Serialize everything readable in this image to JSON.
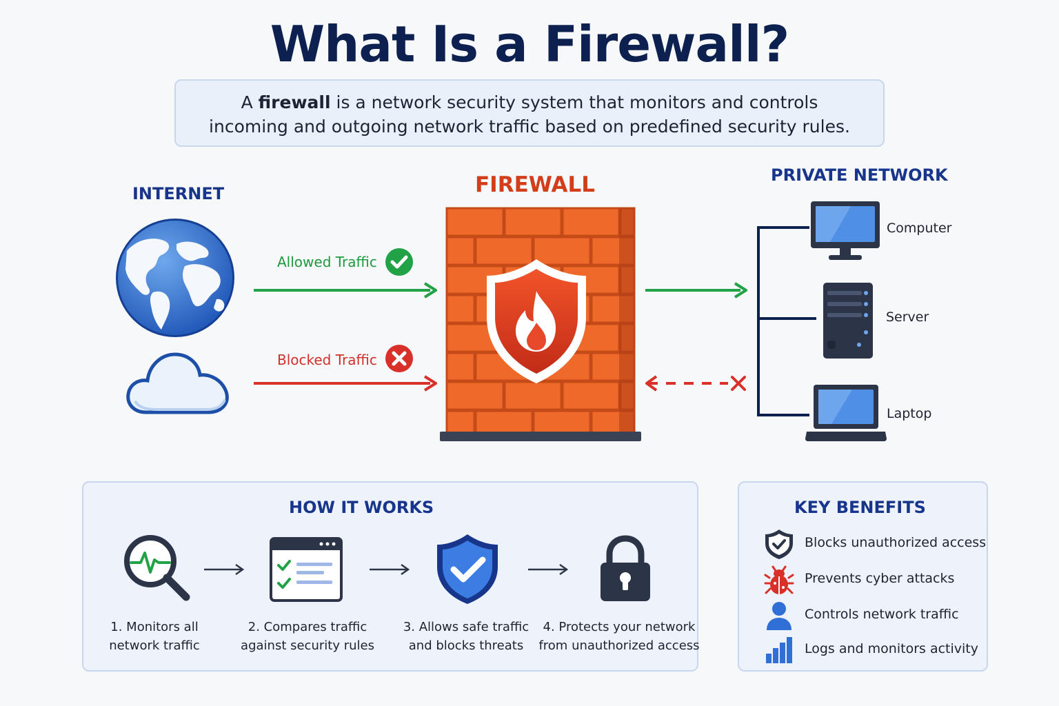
{
  "title": "What Is a Firewall?",
  "intro": {
    "lead": "A ",
    "bold": "firewall",
    "line1_rest": " is a network security system that monitors and controls",
    "line2": "incoming and outgoing network traffic based on predefined security rules."
  },
  "diagram": {
    "internet_label": "INTERNET",
    "firewall_label": "FIREWALL",
    "private_label": "PRIVATE NETWORK",
    "allowed_label": "Allowed Traffic",
    "blocked_label": "Blocked Traffic",
    "devices": [
      "Computer",
      "Server",
      "Laptop"
    ],
    "colors": {
      "allowed": "#1e9a3c",
      "blocked": "#d1302a",
      "brick": "#ef6a2a",
      "navy": "#0c2150"
    }
  },
  "how_it_works": {
    "title": "HOW IT WORKS",
    "steps": [
      {
        "line1": "1. Monitors all",
        "line2": "network traffic",
        "icon": "magnifier-pulse-icon"
      },
      {
        "line1": "2. Compares traffic",
        "line2": "against security rules",
        "icon": "checklist-window-icon"
      },
      {
        "line1": "3. Allows safe traffic",
        "line2": "and blocks threats",
        "icon": "shield-check-icon"
      },
      {
        "line1": "4. Protects your network",
        "line2": "from unauthorized access",
        "icon": "padlock-icon"
      }
    ]
  },
  "key_benefits": {
    "title": "KEY BENEFITS",
    "items": [
      {
        "label": "Blocks unauthorized access",
        "icon": "shield-check-icon"
      },
      {
        "label": "Prevents cyber attacks",
        "icon": "bug-icon"
      },
      {
        "label": "Controls network traffic",
        "icon": "user-icon"
      },
      {
        "label": "Logs and monitors activity",
        "icon": "bar-chart-icon"
      }
    ]
  }
}
